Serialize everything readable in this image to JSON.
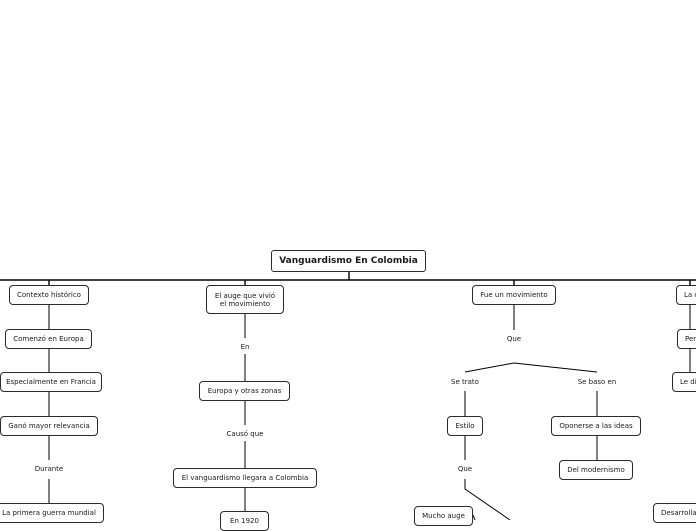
{
  "root": {
    "title": "Vanguardismo En Colombia"
  },
  "branch_contexto": {
    "title": "Contexto histórico",
    "step1": "Comenzó en Europa",
    "step2": "Especialmente en Francia",
    "step3": "Ganó mayor relevancia",
    "link": "Durante",
    "step4": "La primera guerra mundial"
  },
  "branch_auge": {
    "title": "El auge que vivió\nel movimiento",
    "link1": "En",
    "step1": "Europa y otras zonas",
    "link2": "Causó que",
    "step2": "El vanguardismo llegara a Colombia",
    "step3": "En 1920"
  },
  "branch_movimiento": {
    "title": "Fue un movimiento",
    "link": "Que",
    "left_link": "Se trato",
    "left_step": "Estilo",
    "left_link2": "Que",
    "left_step2": "Mucho auge",
    "right_link": "Se baso en",
    "right_step": "Oponerse a las ideas",
    "right_step2": "Del modernismo"
  },
  "branch_right": {
    "title": "La c",
    "step1": "Per",
    "step2": "Le di",
    "step3": "Desarrolla"
  }
}
